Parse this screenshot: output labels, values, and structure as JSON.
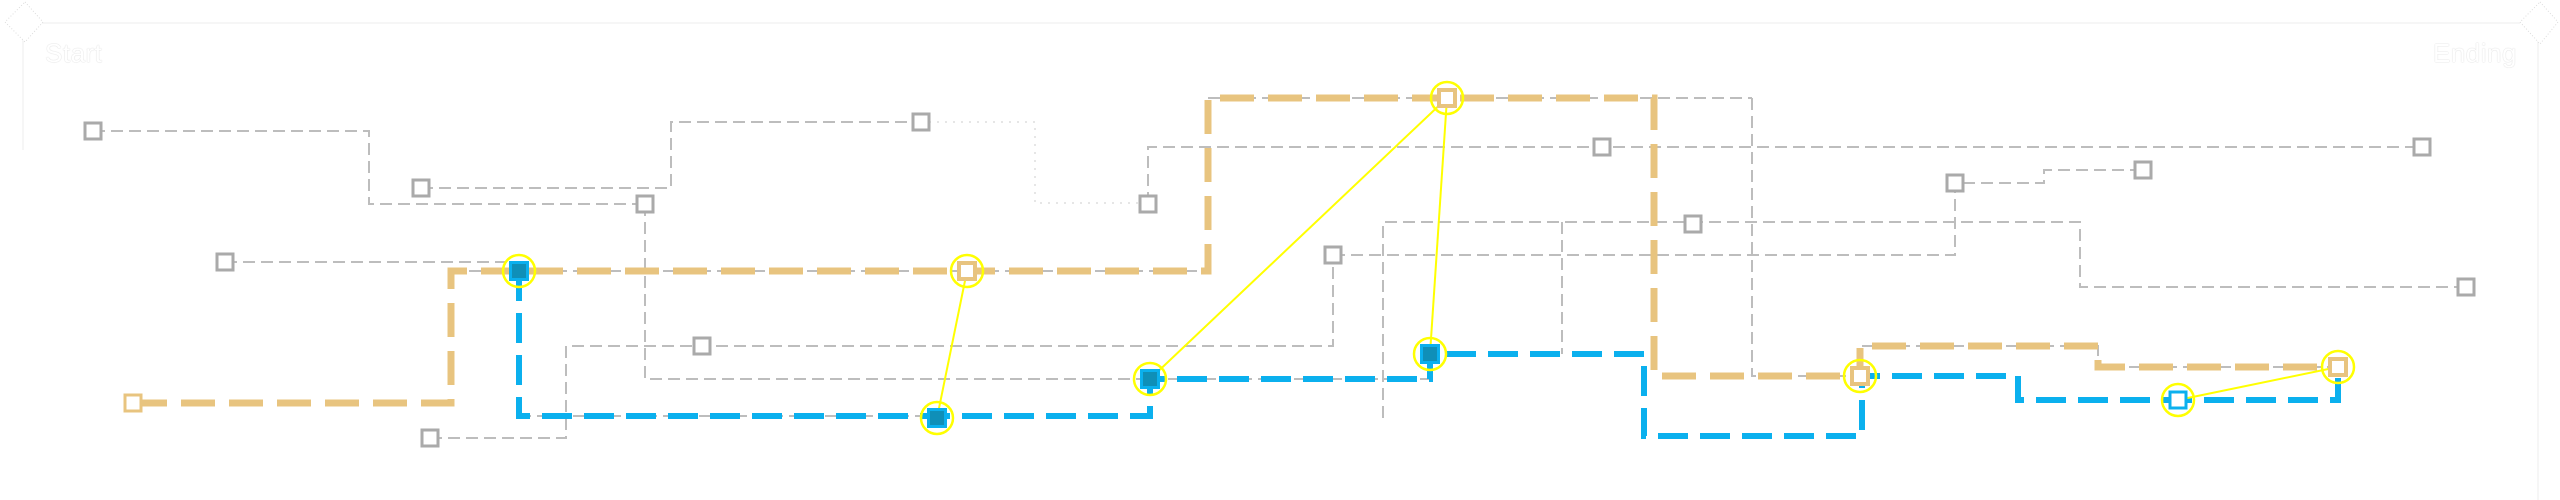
{
  "labels": {
    "start": "Start",
    "end": "Ending"
  },
  "colors": {
    "background": "#ffffff",
    "gray_route": "#bdbdbd",
    "gray_node": "#aaaaaa",
    "orange_route": "#e8c47f",
    "blue_route": "#0bb0ee",
    "blue_node_fill": "#0f8fb8",
    "highlight": "#ffff00",
    "faint_route": "#dddddd"
  },
  "diagram": {
    "gray_nodes": [
      {
        "id": "g1"
      },
      {
        "id": "g2"
      },
      {
        "id": "g3"
      },
      {
        "id": "g4"
      },
      {
        "id": "g5"
      },
      {
        "id": "g6"
      },
      {
        "id": "g7"
      },
      {
        "id": "g8"
      },
      {
        "id": "g9"
      },
      {
        "id": "g10"
      },
      {
        "id": "g11"
      },
      {
        "id": "g12"
      },
      {
        "id": "g13"
      },
      {
        "id": "g14"
      },
      {
        "id": "g15"
      }
    ],
    "highlighted_nodes": [
      {
        "id": "h1",
        "kind": "blue-filled"
      },
      {
        "id": "h2",
        "kind": "orange-hollow"
      },
      {
        "id": "h3",
        "kind": "blue-filled"
      },
      {
        "id": "h4",
        "kind": "blue-filled"
      },
      {
        "id": "h5",
        "kind": "orange-hollow"
      },
      {
        "id": "h6",
        "kind": "blue-filled"
      },
      {
        "id": "h7",
        "kind": "orange-hollow"
      },
      {
        "id": "h8",
        "kind": "blue-hollow"
      },
      {
        "id": "h9",
        "kind": "orange-hollow"
      }
    ],
    "routes": [
      {
        "name": "orange-route",
        "style": "orange"
      },
      {
        "name": "blue-route",
        "style": "blue"
      }
    ],
    "links": [
      {
        "from": "h2",
        "to": "h3"
      },
      {
        "from": "h5",
        "to": "h4"
      },
      {
        "from": "h5",
        "to": "h6"
      },
      {
        "from": "h8",
        "to": "h9"
      }
    ]
  }
}
